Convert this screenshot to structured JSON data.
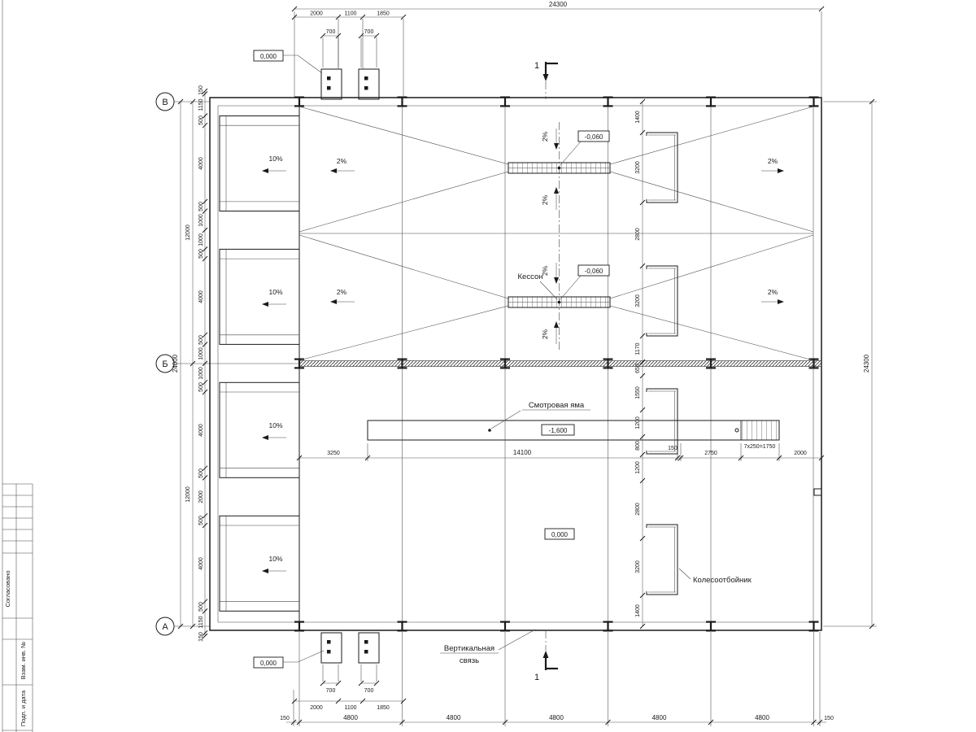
{
  "titleblock": {
    "agreed": "Согласовано",
    "vzam": "Взам. инв. №",
    "podp": "Подп. и дата"
  },
  "axes": {
    "top": "В",
    "middle": "Б",
    "bottom": "А"
  },
  "section": {
    "num": "1"
  },
  "labels": {
    "caisson": "Кессон",
    "pit": "Смотровая яма",
    "brace_line1": "Вертикальная",
    "brace_line2": "связь",
    "wheel_guard": "Колесоотбойник"
  },
  "elevations": {
    "zero": "0,000",
    "caisson": "-0,060",
    "pit": "-1,600"
  },
  "slopes": {
    "ramp": "10%",
    "floor": "2%"
  },
  "dims": {
    "top": {
      "overall": "24300",
      "sub": [
        "2000",
        "1100",
        "1850"
      ],
      "plate": "700"
    },
    "bottom": {
      "chain": [
        "150",
        "4800",
        "4800",
        "4800",
        "4800",
        "4800",
        "150"
      ],
      "sub": [
        "2000",
        "1100",
        "1850"
      ],
      "plate": "700"
    },
    "left": {
      "inner": [
        "150",
        "1150",
        "500",
        "4000",
        "500",
        "1000",
        "1000",
        "500",
        "4000",
        "500",
        "1000",
        "1000",
        "500",
        "4000",
        "500",
        "2000",
        "500",
        "4000",
        "500",
        "1150",
        "150"
      ],
      "outer": [
        "12000",
        "12000"
      ],
      "overall": "24000"
    },
    "right": {
      "chain": [
        "1400",
        "3200",
        "2800",
        "3200",
        "1170",
        "650",
        "1550",
        "1200",
        "800",
        "1200",
        "2800",
        "3200",
        "1400"
      ],
      "overall": "24300"
    },
    "pit": [
      "3250",
      "14100",
      "150",
      "2750",
      "7х250=1750",
      "2000"
    ]
  }
}
